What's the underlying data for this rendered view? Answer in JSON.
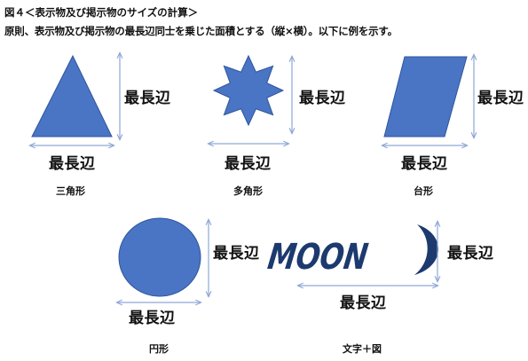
{
  "figure": {
    "title": "図４＜表示物及び掲示物のサイズの計算＞",
    "description": "原則、表示物及び掲示物の最長辺同士を乗じた面積とする（縦×横）。以下に例を示す。"
  },
  "colors": {
    "shape_fill": "#4a74c4",
    "shape_stroke": "#2f559f",
    "arrow": "#8fa7d6",
    "moon_text": "#1c3a6e"
  },
  "shapes": [
    {
      "name": "三角形",
      "dim_vertical": "最長辺",
      "dim_horizontal": "最長辺",
      "icon": "triangle"
    },
    {
      "name": "多角形",
      "dim_vertical": "最長辺",
      "dim_horizontal": "最長辺",
      "icon": "eight-point-star"
    },
    {
      "name": "台形",
      "dim_vertical": "最長辺",
      "dim_horizontal": "最長辺",
      "icon": "parallelogram"
    },
    {
      "name": "円形",
      "dim_vertical": "最長辺",
      "dim_horizontal": "最長辺",
      "icon": "circle"
    },
    {
      "name": "文字＋図",
      "dim_vertical": "最長辺",
      "dim_horizontal": "最長辺",
      "icon": "moon-logo",
      "logo_text": "MOON"
    }
  ]
}
